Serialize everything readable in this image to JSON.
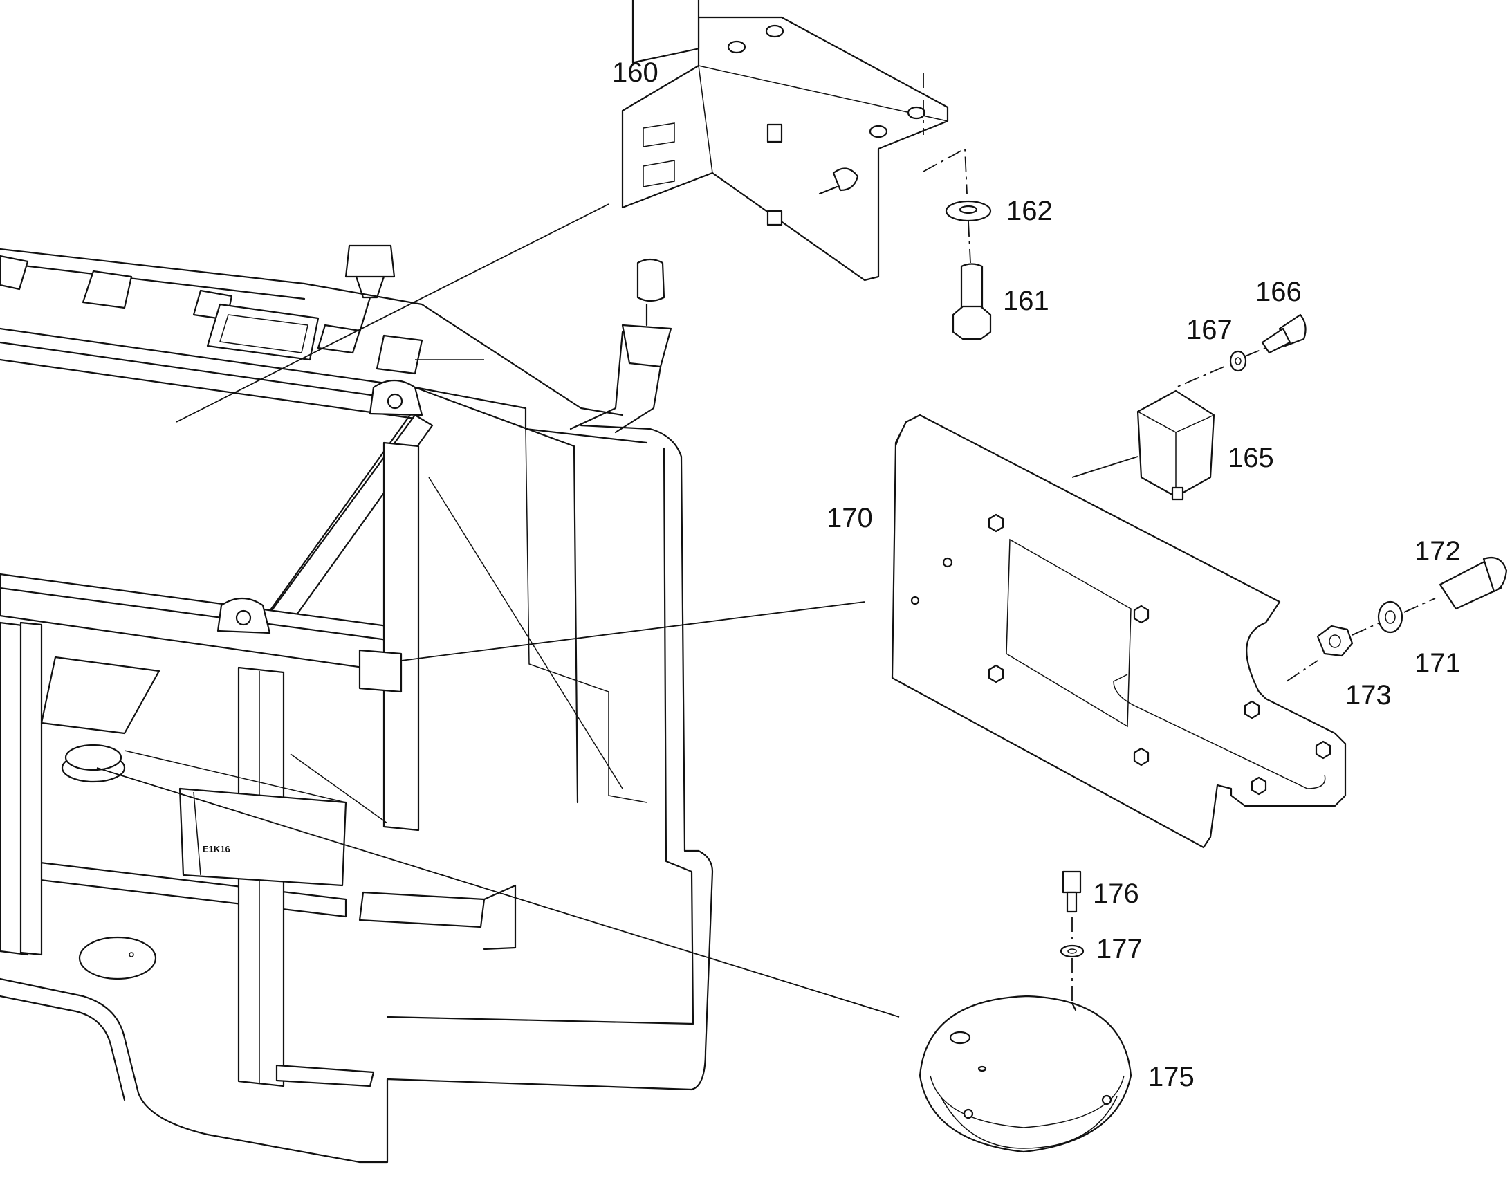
{
  "diagram": {
    "callouts": {
      "c160": "160",
      "c161": "161",
      "c162": "162",
      "c165": "165",
      "c166": "166",
      "c167": "167",
      "c170": "170",
      "c171": "171",
      "c172": "172",
      "c173": "173",
      "c175": "175",
      "c176": "176",
      "c177": "177"
    },
    "module_label": "E1K16"
  }
}
